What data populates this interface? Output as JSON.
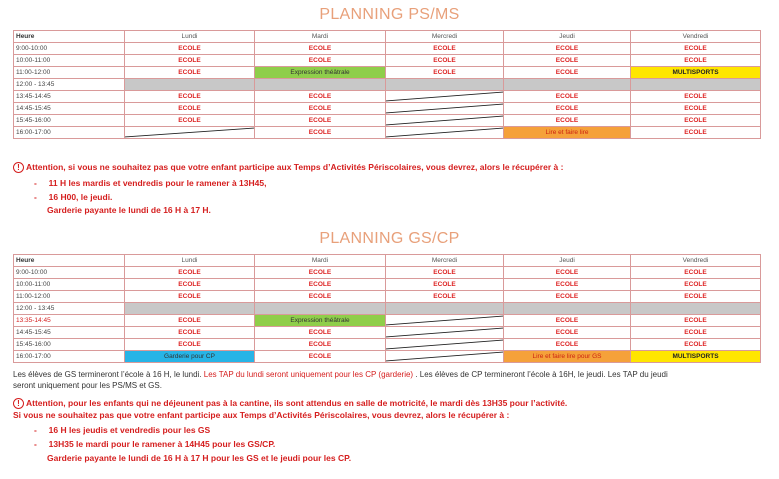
{
  "planning1": {
    "title": "PLANNING PS/MS",
    "headers": [
      "Heure",
      "Lundi",
      "Mardi",
      "Mercredi",
      "Jeudi",
      "Vendredi"
    ],
    "rows": [
      [
        "9:00-10:00",
        "ECOLE",
        "ECOLE",
        "ECOLE",
        "ECOLE",
        "ECOLE"
      ],
      [
        "10:00-11:00",
        "ECOLE",
        "ECOLE",
        "ECOLE",
        "ECOLE",
        "ECOLE"
      ],
      [
        "11:00-12:00",
        "ECOLE",
        "Expression théâtrale",
        "ECOLE",
        "ECOLE",
        "MULTISPORTS"
      ],
      [
        "12:00 - 13:45",
        "",
        "",
        "",
        "",
        ""
      ],
      [
        "13:45-14:45",
        "ECOLE",
        "ECOLE",
        "",
        "ECOLE",
        "ECOLE"
      ],
      [
        "14:45-15:45",
        "ECOLE",
        "ECOLE",
        "",
        "ECOLE",
        "ECOLE"
      ],
      [
        "15:45-16:00",
        "ECOLE",
        "ECOLE",
        "",
        "ECOLE",
        "ECOLE"
      ],
      [
        "16:00-17:00",
        "",
        "ECOLE",
        "",
        "Lire et faire lire",
        "ECOLE"
      ]
    ]
  },
  "notes1": {
    "warning": "Attention, si vous ne souhaitez pas que votre enfant  participe aux Temps d’Activités Périscolaires, vous devrez, alors le récupérer à :",
    "items": [
      "11 H les mardis et vendredis pour le ramener à 13H45,",
      "16 H00, le jeudi."
    ],
    "garderie": "Garderie payante le lundi de 16 H à 17 H."
  },
  "planning2": {
    "title": "PLANNING GS/CP",
    "headers": [
      "Heure",
      "Lundi",
      "Mardi",
      "Mercredi",
      "Jeudi",
      "Vendredi"
    ],
    "rows": [
      [
        "9:00-10:00",
        "ECOLE",
        "ECOLE",
        "ECOLE",
        "ECOLE",
        "ECOLE"
      ],
      [
        "10:00-11:00",
        "ECOLE",
        "ECOLE",
        "ECOLE",
        "ECOLE",
        "ECOLE"
      ],
      [
        "11:00-12:00",
        "ECOLE",
        "ECOLE",
        "ECOLE",
        "ECOLE",
        "ECOLE"
      ],
      [
        "12:00 - 13:45",
        "",
        "",
        "",
        "",
        ""
      ],
      [
        "13:35-14:45",
        "ECOLE",
        "Expression théâtrale",
        "",
        "ECOLE",
        "ECOLE"
      ],
      [
        "14:45-15:45",
        "ECOLE",
        "ECOLE",
        "",
        "ECOLE",
        "ECOLE"
      ],
      [
        "15:45-16:00",
        "ECOLE",
        "ECOLE",
        "",
        "ECOLE",
        "ECOLE"
      ],
      [
        "16:00-17:00",
        "Garderie pour CP",
        "ECOLE",
        "",
        "Lire et faire lire pour GS",
        "MULTISPORTS"
      ]
    ]
  },
  "notes2": {
    "info_a": "Les élèves de GS termineront l’école à 16 H, le lundi. ",
    "info_b": "Les TAP du lundi seront uniquement pour les CP (garderie)",
    "info_c": " . Les élèves de CP termineront l’école à 16H, le jeudi. Les TAP du jeudi",
    "info_d": "seront uniquement pour les PS/MS et GS.",
    "warning_a": "Attention, pour les enfants qui ne déjeunent pas à la cantine, ils sont attendus en salle de motricité, le mardi dès 13H35 pour l’activité.",
    "warning_b": "Si vous ne souhaitez pas que votre enfant  participe aux Temps d’Activités Périscolaires, vous devrez, alors le récupérer à :",
    "items": [
      "16 H les jeudis et vendredis pour les GS",
      "13H35 le mardi pour le ramener à 14H45 pour les GS/CP."
    ],
    "garderie": "Garderie payante le lundi de 16 H à 17 H pour les GS et le jeudi pour les CP."
  },
  "warning_icon": "warning-circle-icon",
  "colors": {
    "red": "#d51e1e",
    "green": "#8fce4a",
    "yellow": "#ffe600",
    "orange": "#f5a13a",
    "blue": "#27b4e6",
    "gray": "#c8c8c8",
    "title": "#e8a07a"
  }
}
